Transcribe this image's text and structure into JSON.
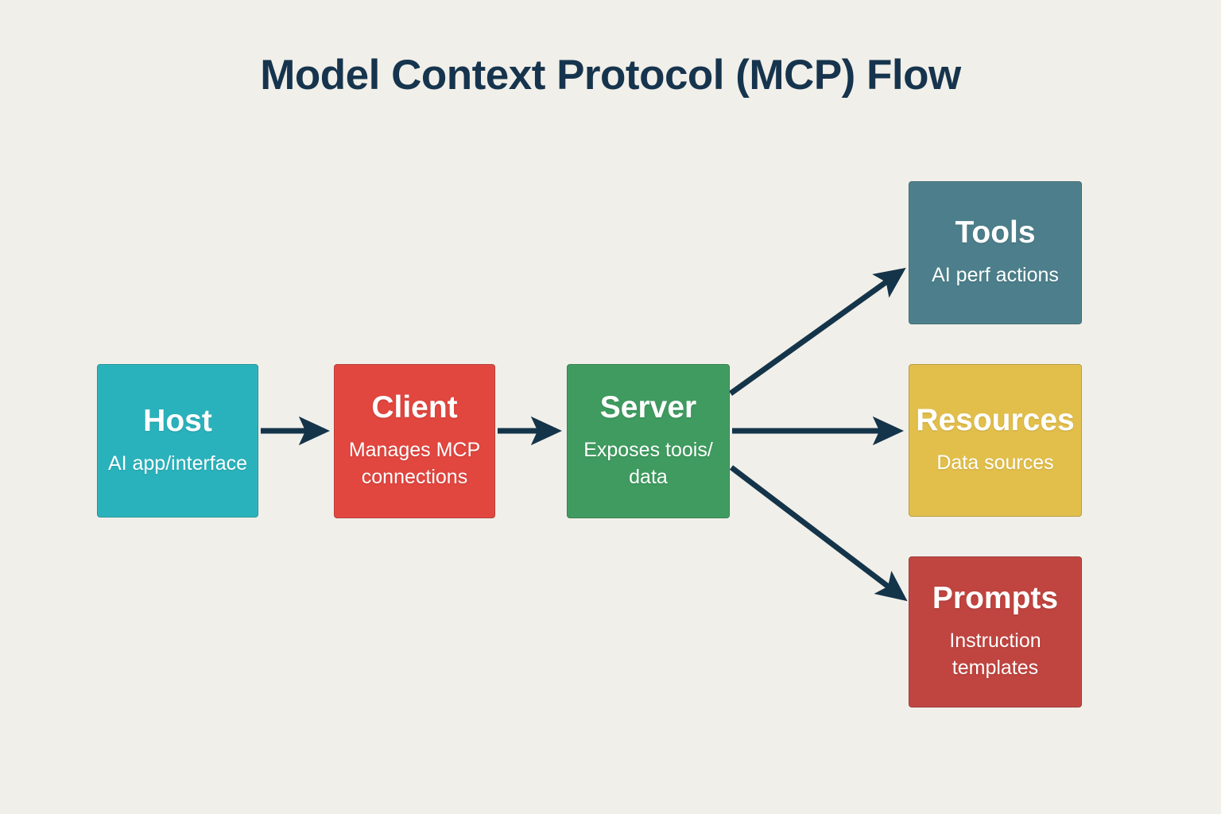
{
  "title": "Model Context Protocol (MCP) Flow",
  "colors": {
    "background": "#f1efe9",
    "title": "#16344d",
    "arrow": "#14344a",
    "node_text": "#ffffff"
  },
  "nodes": [
    {
      "id": "host",
      "label": "Host",
      "sublabel": "AI app/interface",
      "color": "#2ab2bc"
    },
    {
      "id": "client",
      "label": "Client",
      "sublabel": "Manages MCP\nconnections",
      "color": "#e1463f"
    },
    {
      "id": "server",
      "label": "Server",
      "sublabel": "Exposes toois/\ndata",
      "color": "#3f9b5f"
    },
    {
      "id": "tools",
      "label": "Tools",
      "sublabel": "AI perf actions",
      "color": "#4c7f8b"
    },
    {
      "id": "resources",
      "label": "Resources",
      "sublabel": "Data sources",
      "color": "#e2bf4b"
    },
    {
      "id": "prompts",
      "label": "Prompts",
      "sublabel": "Instruction\ntemplates",
      "color": "#c0443f"
    }
  ],
  "arrows": [
    {
      "from": "host",
      "to": "client"
    },
    {
      "from": "client",
      "to": "server"
    },
    {
      "from": "server",
      "to": "tools"
    },
    {
      "from": "server",
      "to": "resources"
    },
    {
      "from": "server",
      "to": "prompts"
    }
  ]
}
